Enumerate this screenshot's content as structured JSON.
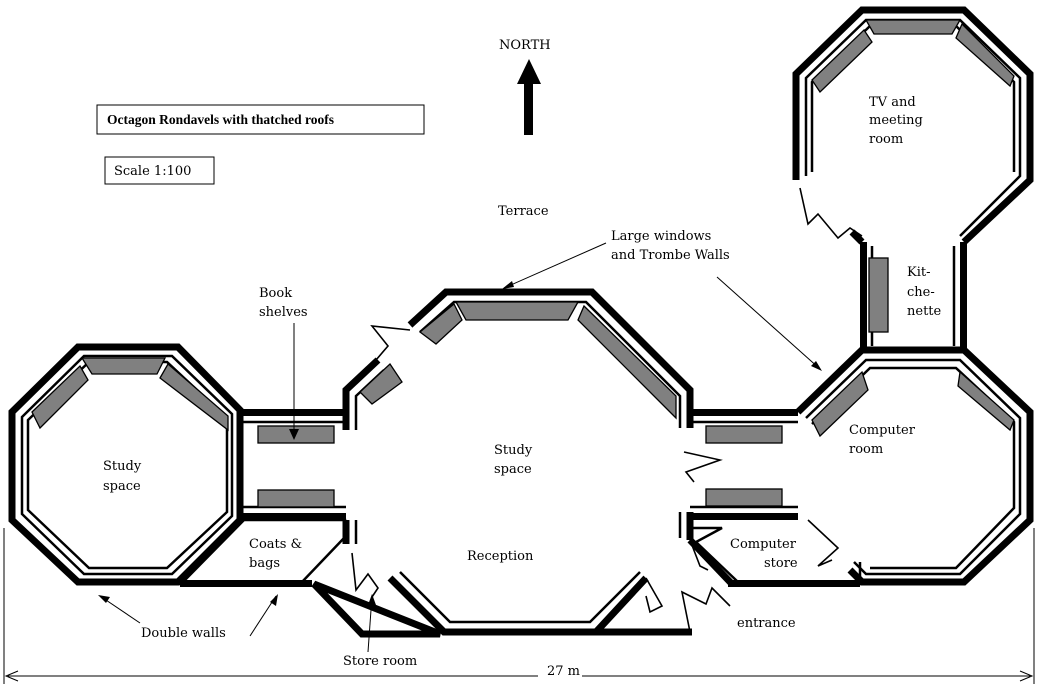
{
  "title": "Octagon Rondavels with thatched roofs",
  "scale": "Scale 1:100",
  "north": "NORTH",
  "dimension": "27 m",
  "labels": {
    "terrace": "Terrace",
    "large_windows_1": "Large windows",
    "large_windows_2": "and Trombe Walls",
    "book_1": "Book",
    "book_2": "shelves",
    "tv_1": "TV and",
    "tv_2": "meeting",
    "tv_3": "room",
    "kit_1": "Kit-",
    "kit_2": "che-",
    "kit_3": "nette",
    "study_left_1": "Study",
    "study_left_2": "space",
    "study_center_1": "Study",
    "study_center_2": "space",
    "reception": "Reception",
    "computer_room_1": "Computer",
    "computer_room_2": "room",
    "coats_1": "Coats &",
    "coats_2": "bags",
    "computer_store_1": "Computer",
    "computer_store_2": "store",
    "double_walls": "Double walls",
    "store_room": "Store room",
    "entrance": "entrance"
  }
}
